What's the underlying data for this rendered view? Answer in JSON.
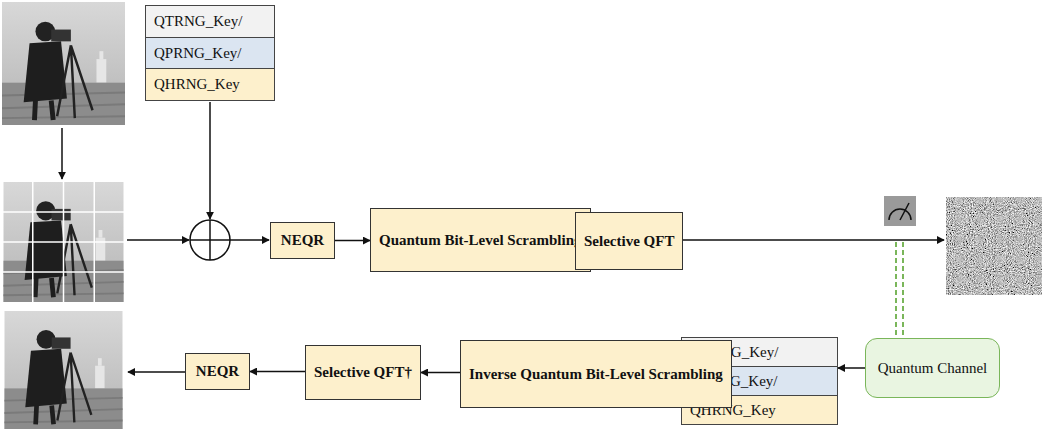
{
  "diagram": {
    "nodes": [
      {
        "text": [
          "QTRNG_Key/",
          "QPRNG_Key/",
          "QHRNG_Key"
        ]
      },
      {
        "text": [
          "NEQR"
        ]
      },
      {
        "text": [
          "Quantum Bit-Level Scrambling"
        ]
      },
      {
        "text": [
          "Selective QFT"
        ]
      },
      {
        "text": [
          "Quantum Channel"
        ]
      },
      {
        "text": [
          "QTRNG_Key/",
          "QPRNG_Key/",
          "QHRNG_Key"
        ]
      },
      {
        "text": [
          "Inverse Quantum Bit-Level Scrambling"
        ]
      },
      {
        "text": [
          "Selective QFT†"
        ]
      },
      {
        "text": [
          "NEQR"
        ]
      }
    ],
    "edges": [
      {
        "from": 1,
        "to": 2,
        "arrow": "to"
      },
      {
        "from": 2,
        "to": 3,
        "arrow": "to"
      },
      {
        "from": 4,
        "to": 5,
        "arrow": "to"
      },
      {
        "from": 5,
        "to": 6,
        "arrow": "to"
      },
      {
        "from": 6,
        "to": 7,
        "arrow": "to"
      },
      {
        "from": 7,
        "to": 8,
        "arrow": "to"
      }
    ]
  }
}
